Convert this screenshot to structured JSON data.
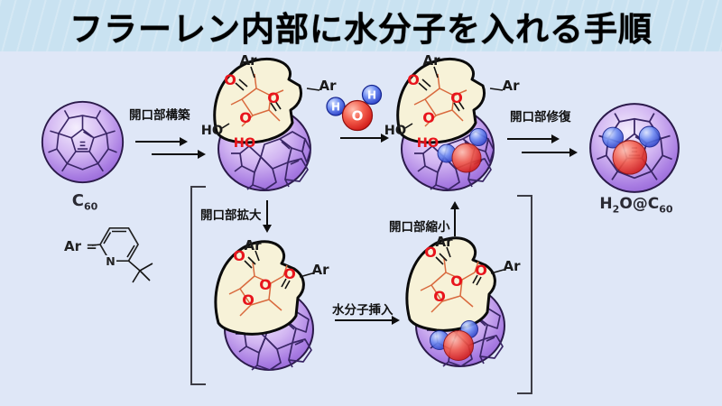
{
  "title": "フラーレン内部に水分子を入れる手順",
  "steps": {
    "build": "開口部構築",
    "enlarge": "開口部拡大",
    "insert": "水分子挿入",
    "shrink": "開口部縮小",
    "repair": "開口部修復"
  },
  "molecules": {
    "c60": {
      "symbol": "C",
      "subscript": "60"
    },
    "h2o_at_c60": {
      "part1": "H",
      "sub1": "2",
      "part2": "O@C",
      "sub2": "60"
    },
    "open_cage": {
      "ar": "Ar",
      "oxygen": "O",
      "hydroxyl": "HO"
    },
    "water": {
      "oxygen": "O",
      "hydrogen": "H"
    },
    "ar_definition": {
      "prefix": "Ar =",
      "nitrogen": "N"
    }
  },
  "colors": {
    "background": "#dfe7f7",
    "title_background": "#c9e2f1",
    "fullerene_purple": "#a87ce2",
    "oxygen_red": "#e8141c",
    "hydrogen_blue": "#2f4fd0",
    "opening_cream": "#f7f2d8",
    "bond_orange": "#d96a3e"
  }
}
